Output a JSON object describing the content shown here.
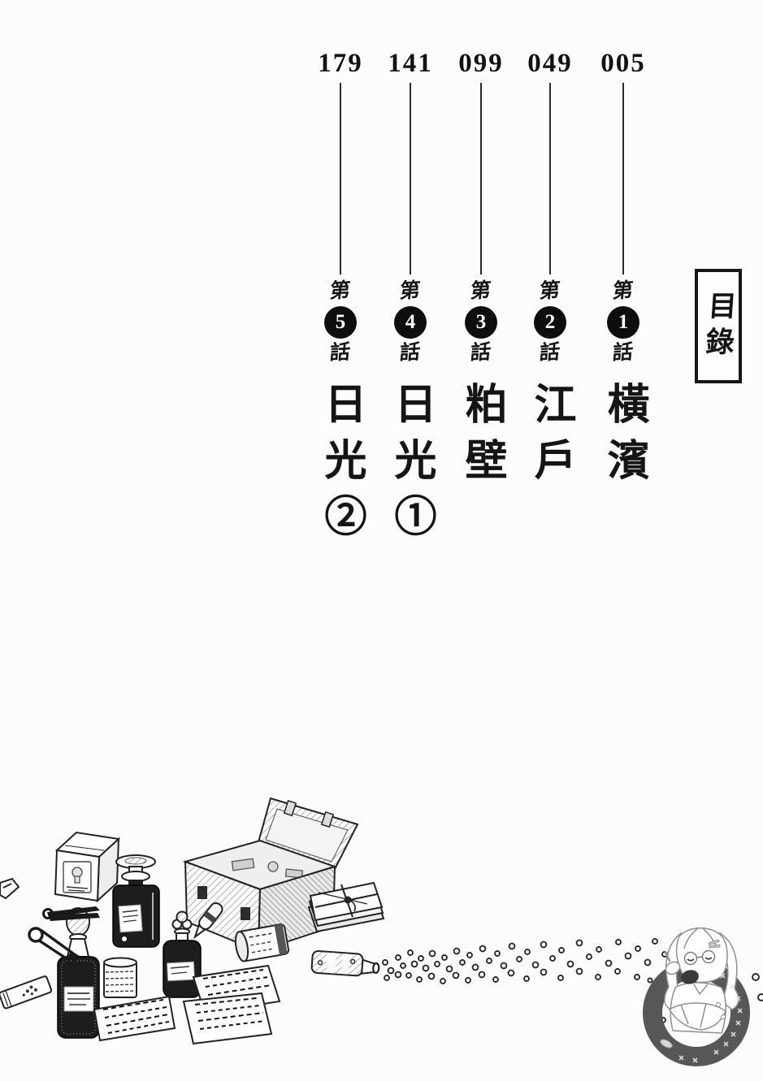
{
  "page": {
    "background": "#fcfcfc",
    "ink": "#141414"
  },
  "header_box": {
    "title": "目錄"
  },
  "toc": {
    "ordinal_prefix": "第",
    "ordinal_suffix": "話",
    "chapters": [
      {
        "badge": "1",
        "title": "橫濱",
        "page_number": "005"
      },
      {
        "badge": "2",
        "title": "江戶",
        "page_number": "049"
      },
      {
        "badge": "3",
        "title": "粕壁",
        "page_number": "099"
      },
      {
        "badge": "4",
        "title": "日光①",
        "page_number": "141"
      },
      {
        "badge": "5",
        "title": "日光②",
        "page_number": "179"
      }
    ]
  },
  "illustration": {
    "description_icons": [
      "medicine-chest-icon",
      "paper-box-icon",
      "square-bottle-icon",
      "tall-bottle-icon",
      "small-bottle-icon",
      "ribbed-jar-icon",
      "canister-icon",
      "tweezers-icon",
      "safety-pin-icon",
      "paste-tube-icon",
      "dropper-icon",
      "prescription-paper-icon",
      "letter-bundle-icon",
      "spilled-bottle-icon",
      "scattered-pills-icon",
      "girl-in-ring-stamp-icon"
    ],
    "stamp_ring_color": "#575757"
  }
}
